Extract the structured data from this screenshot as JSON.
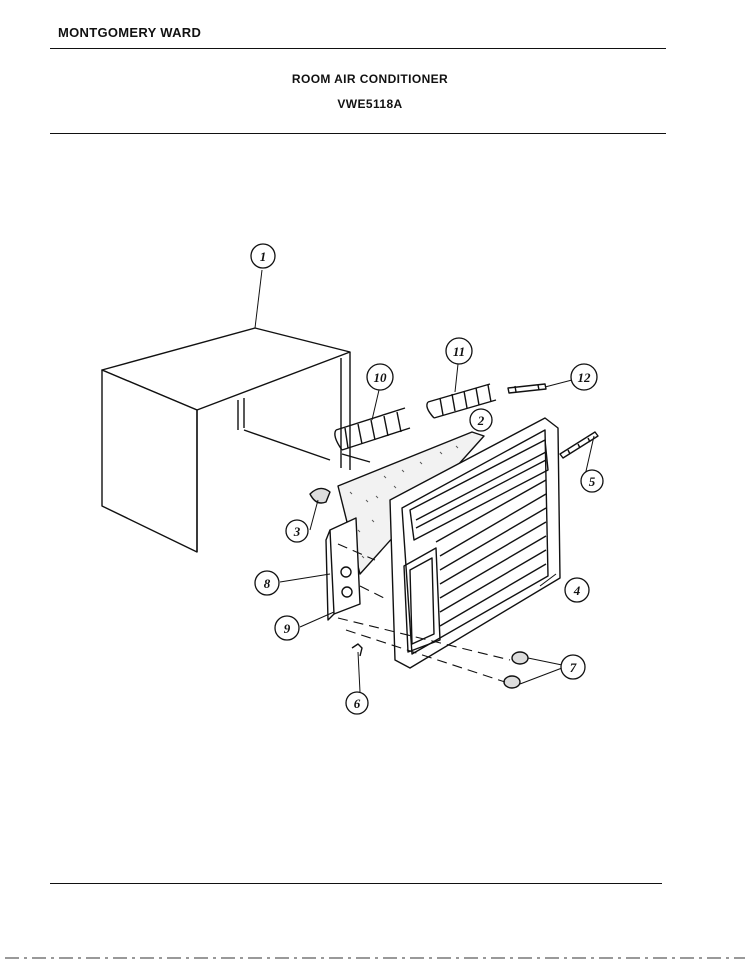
{
  "header": {
    "brand": "MONTGOMERY WARD"
  },
  "titles": {
    "line1": "ROOM AIR CONDITIONER",
    "line2": "VWE5118A"
  },
  "callouts": [
    "1",
    "2",
    "3",
    "4",
    "5",
    "6",
    "7",
    "8",
    "9",
    "10",
    "11",
    "12"
  ]
}
